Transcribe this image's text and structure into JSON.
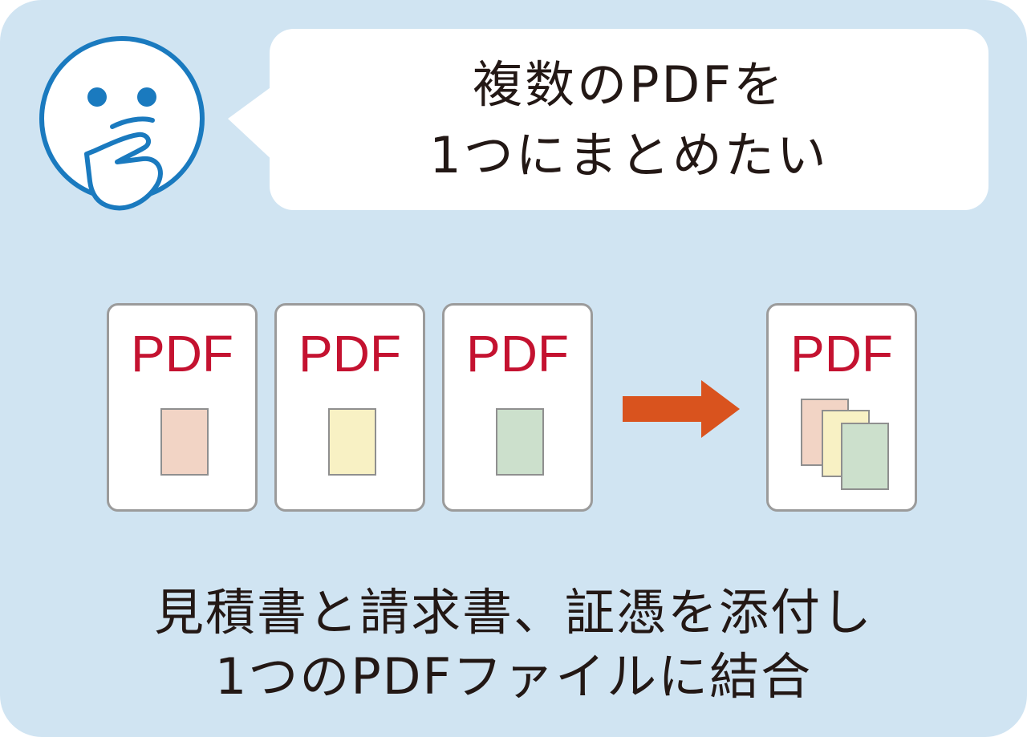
{
  "speech": {
    "line1": "複数のPDFを",
    "line2": "1つにまとめたい"
  },
  "icons": {
    "character": "thinking-face-icon",
    "arrow": "right-arrow-icon"
  },
  "colors": {
    "background": "#d0e4f2",
    "face_stroke": "#1a7abf",
    "pdf_label": "#c41230",
    "arrow": "#d9531e",
    "sheet_pink": "#f2d4c5",
    "sheet_yellow": "#f8f1c4",
    "sheet_green": "#cce0cc"
  },
  "documents": {
    "source": [
      {
        "label": "PDF",
        "sheet_color": "pink"
      },
      {
        "label": "PDF",
        "sheet_color": "yellow"
      },
      {
        "label": "PDF",
        "sheet_color": "green"
      }
    ],
    "result": {
      "label": "PDF"
    }
  },
  "caption": {
    "line1": "見積書と請求書、証憑を添付し",
    "line2": "1つのPDFファイルに結合"
  }
}
